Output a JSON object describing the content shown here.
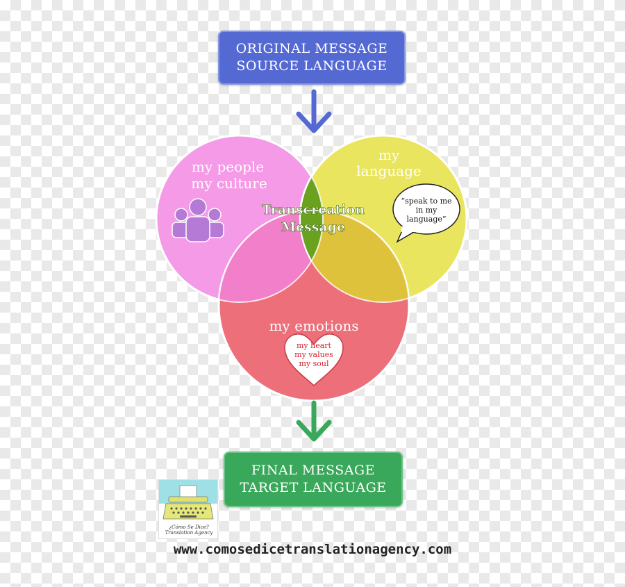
{
  "source_box": {
    "line1": "ORIGINAL MESSAGE",
    "line2": "SOURCE LANGUAGE",
    "color": "#5569d3"
  },
  "target_box": {
    "line1": "FINAL MESSAGE",
    "line2": "TARGET LANGUAGE",
    "color": "#3aa85a"
  },
  "arrows": {
    "down_top_color": "#5569d3",
    "down_bottom_color": "#3aa85a"
  },
  "circles": {
    "people": {
      "line1": "my people",
      "line2": "my culture",
      "icon": "people-group-icon",
      "color": "#f49ae6"
    },
    "language": {
      "line1": "my",
      "line2": "language",
      "icon": "speech-bubble-icon",
      "color": "#e9e55f"
    },
    "emotions": {
      "label": "my emotions",
      "icon": "heart-icon",
      "color": "#ec6f7a"
    }
  },
  "center": {
    "line1": "Transcreation",
    "line2": "Message",
    "color": "#6aa220"
  },
  "speech_bubble": {
    "line1": "“speak to me",
    "line2": "in my",
    "line3": "language”"
  },
  "heart": {
    "line1": "my heart",
    "line2": "my values",
    "line3": "my soul"
  },
  "logo": {
    "icon": "typewriter-icon",
    "caption_line1": "¿Cómo Se Dice?",
    "caption_line2": "Translation Agency"
  },
  "website": "www.comosedicetranslationagency.com"
}
